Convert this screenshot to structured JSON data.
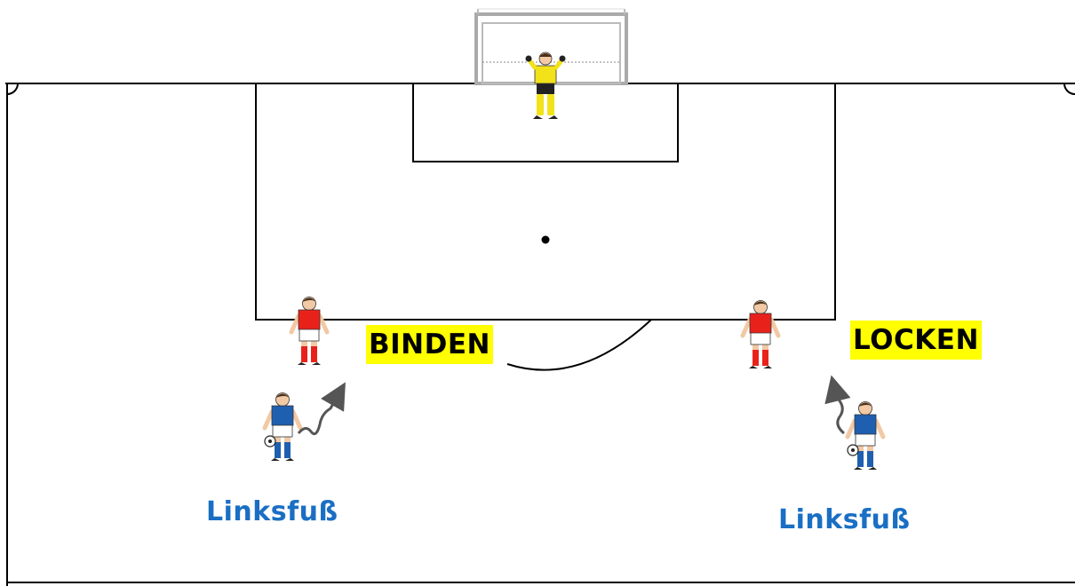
{
  "colors": {
    "highlight": "#ffff00",
    "foot_label": "#1a6fc4",
    "attacker_shirt": "#1f5fb0",
    "defender_shirt": "#e8221b",
    "keeper_shirt": "#f2e21a",
    "lines": "#000000"
  },
  "labels": {
    "binden": "BINDEN",
    "locken": "LOCKEN",
    "left_foot_1": "Linksfuß",
    "left_foot_2": "Linksfuß"
  },
  "players": [
    {
      "role": "goalkeeper",
      "team": "yellow"
    },
    {
      "role": "defender",
      "team": "red",
      "side": "left"
    },
    {
      "role": "defender",
      "team": "red",
      "side": "right"
    },
    {
      "role": "attacker",
      "team": "blue",
      "side": "left",
      "has_ball": true
    },
    {
      "role": "attacker",
      "team": "blue",
      "side": "right",
      "has_ball": true
    }
  ],
  "icons": [
    "goal-icon",
    "ball-icon",
    "dribble-arrow-icon"
  ]
}
